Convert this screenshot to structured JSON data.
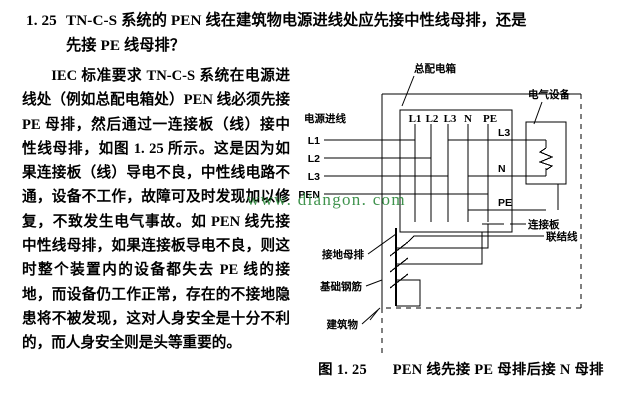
{
  "heading": {
    "number": "1. 25",
    "line1": "TN-C-S 系统的 PEN 线在建筑物电源进线处应先接中性线母排，还是",
    "line2": "先接 PE 线母排？"
  },
  "body": {
    "paragraph": "IEC 标准要求 TN-C-S 系统在电源进线处（例如总配电箱处）PEN 线必须先接 PE 母排，然后通过一连接板（线）接中性线母排，如图 1. 25 所示。这是因为如果连接板（线）导电不良，中性线电路不通，设备不工作，故障可及时发现加以修复，不致发生电气事故。如 PEN 线先接中性线母排，如果连接板导电不良，则这时整个装置内的设备都失去 PE 线的接地，而设备仍工作正常，存在的不接地隐患将不被发现，这对人身安全是十分不利的，而人身安全则是头等重要的。"
  },
  "figure": {
    "labels": {
      "distribution_box": "总配电箱",
      "incoming_supply": "电源进线",
      "electrical_equipment": "电气设备",
      "connection_plate": "连接板",
      "bonding_conductor": "联结线",
      "earthing_busbar": "接地母排",
      "foundation_rebar": "基础钢筋",
      "building": "建筑物"
    },
    "incoming_conductors": [
      "L1",
      "L2",
      "L3",
      "PEN"
    ],
    "busbar_header": [
      "L1",
      "L2",
      "L3",
      "N",
      "PE"
    ],
    "outgoing_conductors": [
      "L3",
      "N",
      "PE"
    ]
  },
  "caption": {
    "figure_number": "图 1. 25",
    "text": "PEN 线先接 PE 母排后接 N 母排"
  },
  "watermark": {
    "text": "www. diangon. com",
    "color": "#2f8a3e"
  }
}
